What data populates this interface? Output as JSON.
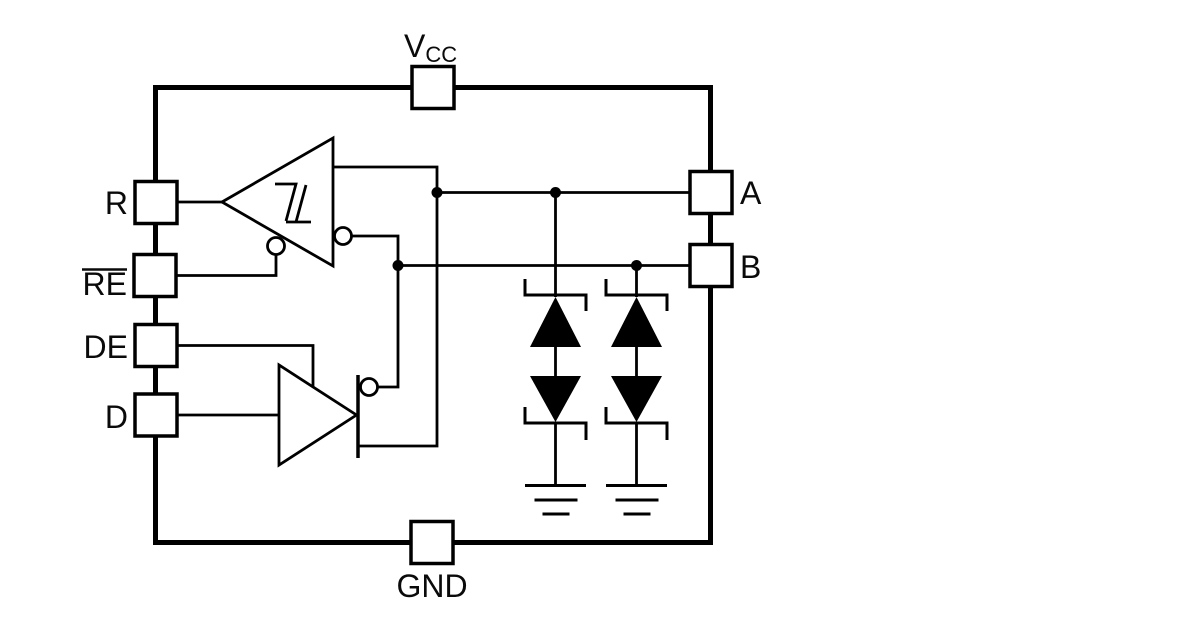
{
  "figure": {
    "kind": "ic-functional-block-diagram",
    "colors": {
      "line": "#000000",
      "background": "#ffffff",
      "text": "#0a0a0a"
    },
    "pins": {
      "vcc": {
        "main": "V",
        "sub": "CC"
      },
      "gnd": {
        "label": "GND"
      },
      "r": {
        "label": "R"
      },
      "re": {
        "label": "RE",
        "active_low": true
      },
      "de": {
        "label": "DE"
      },
      "d": {
        "label": "D"
      },
      "a": {
        "label": "A"
      },
      "b": {
        "label": "B"
      }
    },
    "components": [
      {
        "name": "receiver-amplifier",
        "icon": "left-pointing-triangle-with-hysteresis-icon"
      },
      {
        "name": "driver-amplifier",
        "icon": "right-pointing-triangle-icon"
      },
      {
        "name": "inverting-bubble",
        "icon": "small-circle-icon",
        "count": 3
      },
      {
        "name": "clamp-diode-stack",
        "icon": "back-to-back-diodes-to-ground-icon",
        "count": 2
      },
      {
        "name": "junction-dot",
        "icon": "filled-circle-icon",
        "count": 4
      },
      {
        "name": "ground-symbol",
        "icon": "earth-ground-icon",
        "count": 2
      }
    ]
  }
}
